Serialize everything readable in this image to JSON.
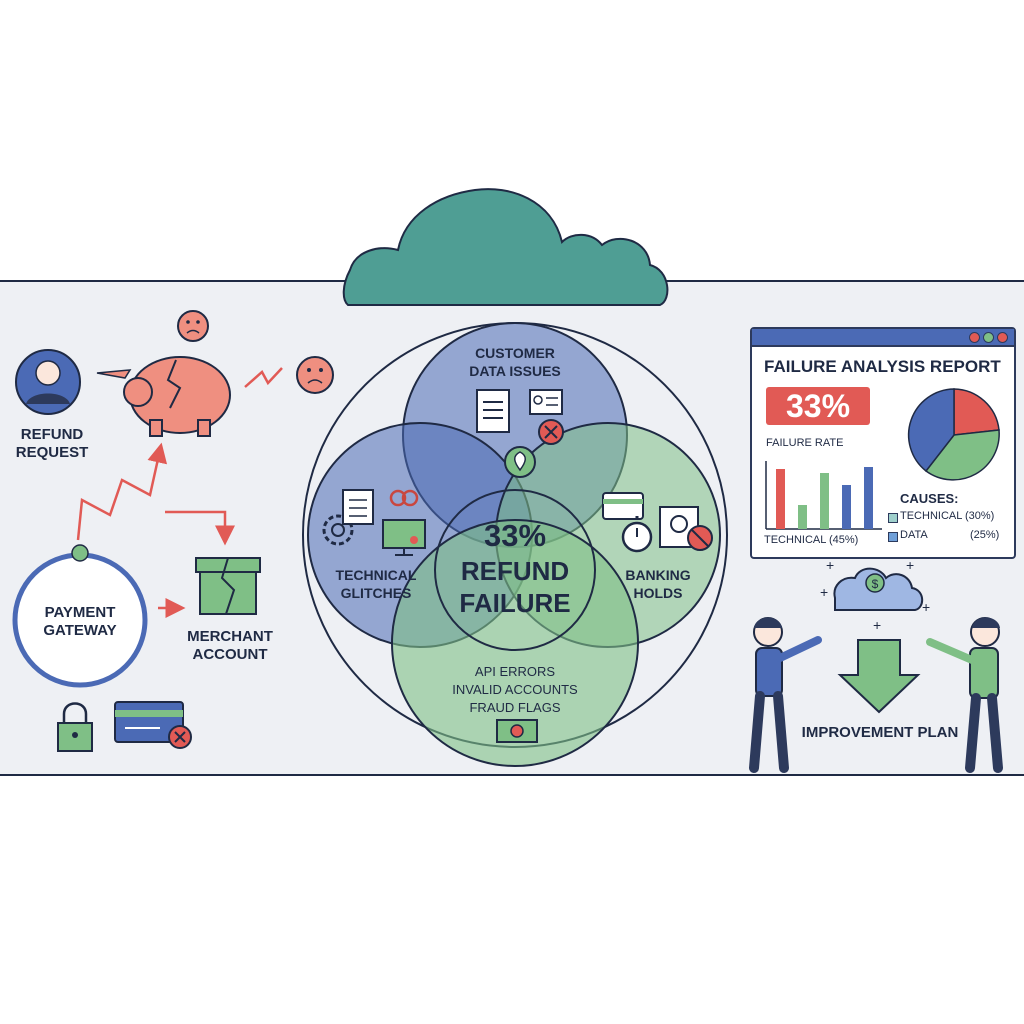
{
  "flow": {
    "refund_request": "REFUND\nREQUEST",
    "payment_gateway": "PAYMENT\nGATEWAY",
    "merchant_account": "MERCHANT\nACCOUNT"
  },
  "venn": {
    "center_percent": "33%",
    "center_line1": "REFUND",
    "center_line2": "FAILURE",
    "customer_data": "CUSTOMER\nDATA ISSUES",
    "technical": "TECHNICAL\nGLITCHES",
    "banking": "BANKING\nHOLDS",
    "bottom_lines": [
      "API ERRORS",
      "INVALID ACCOUNTS",
      "FRAUD FLAGS"
    ]
  },
  "report": {
    "title": "FAILURE ANALYSIS REPORT",
    "rate": "33%",
    "rate_label": "FAILURE RATE",
    "bar_label": "TECHNICAL (45%)",
    "causes_title": "CAUSES:",
    "causes": [
      {
        "label": "TECHNICAL (30%)"
      },
      {
        "label": "DATA",
        "value": "(25%)"
      }
    ],
    "pie_colors": [
      "#e15a55",
      "#7fbf86",
      "#4b6ab5"
    ],
    "bar_colors": [
      "#e15a55",
      "#7fbf86",
      "#4b6ab5"
    ]
  },
  "improvement": {
    "label": "IMPROVEMENT PLAN"
  },
  "colors": {
    "band": "#eef0f4",
    "blue": "#4b6ab5",
    "green": "#7fbf86",
    "red": "#e15a55",
    "teal": "#4f9e94",
    "pig": "#ef8f80"
  }
}
